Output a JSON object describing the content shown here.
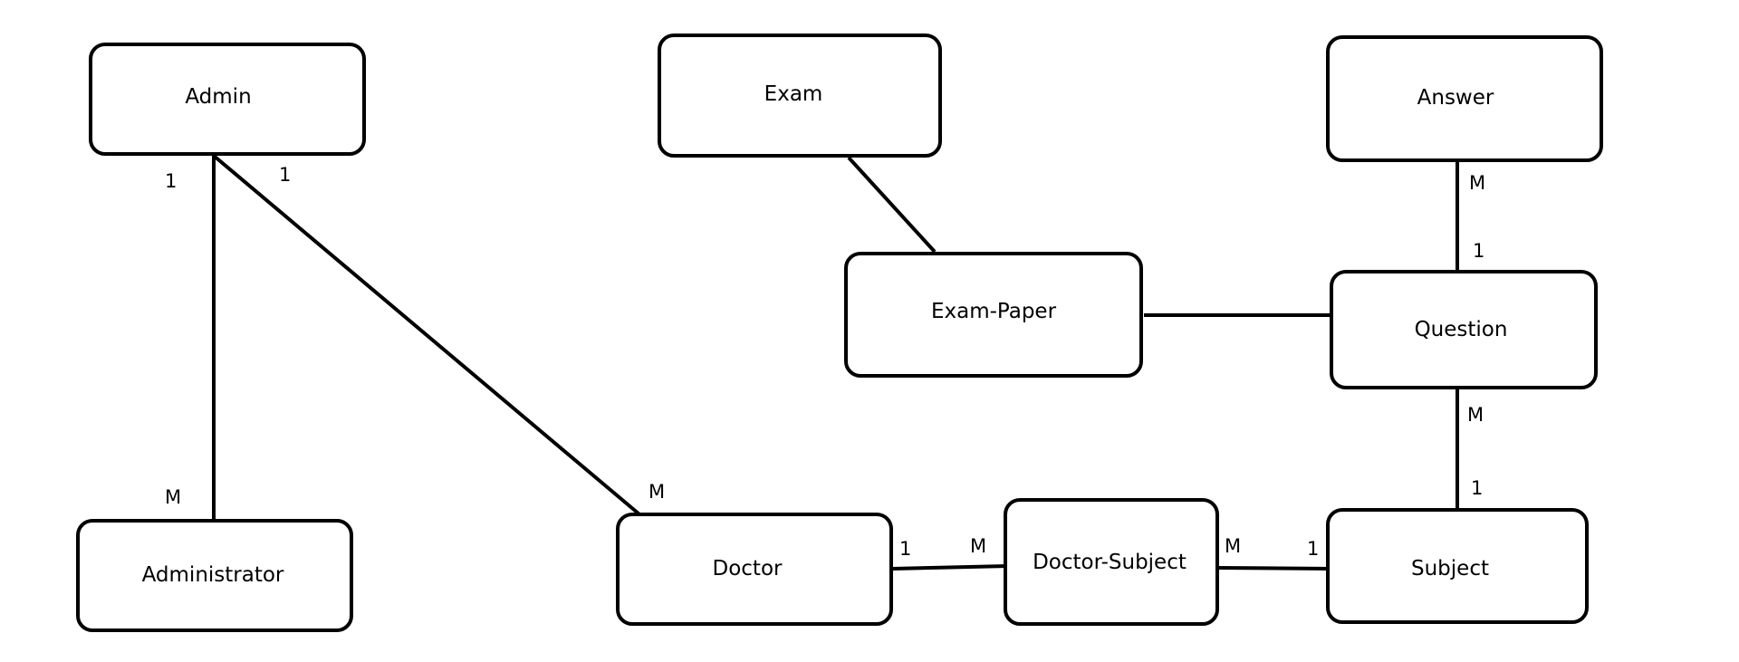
{
  "diagram": {
    "entities": {
      "admin": "Admin",
      "administrator": "Administrator",
      "exam": "Exam",
      "exam_paper": "Exam-Paper",
      "answer": "Answer",
      "question": "Question",
      "doctor": "Doctor",
      "doctor_subject": "Doctor-Subject",
      "subject": "Subject"
    },
    "cardinalities": {
      "admin_administrator_admin_end": "1",
      "admin_administrator_administrator_end": "M",
      "admin_doctor_admin_end": "1",
      "admin_doctor_doctor_end": "M",
      "doctor_doctorsubject_doctor_end": "1",
      "doctor_doctorsubject_ds_end": "M",
      "doctorsubject_subject_ds_end": "M",
      "doctorsubject_subject_subject_end": "1",
      "answer_question_answer_end": "M",
      "answer_question_question_end": "1",
      "question_subject_question_end": "M",
      "question_subject_subject_end": "1"
    }
  }
}
